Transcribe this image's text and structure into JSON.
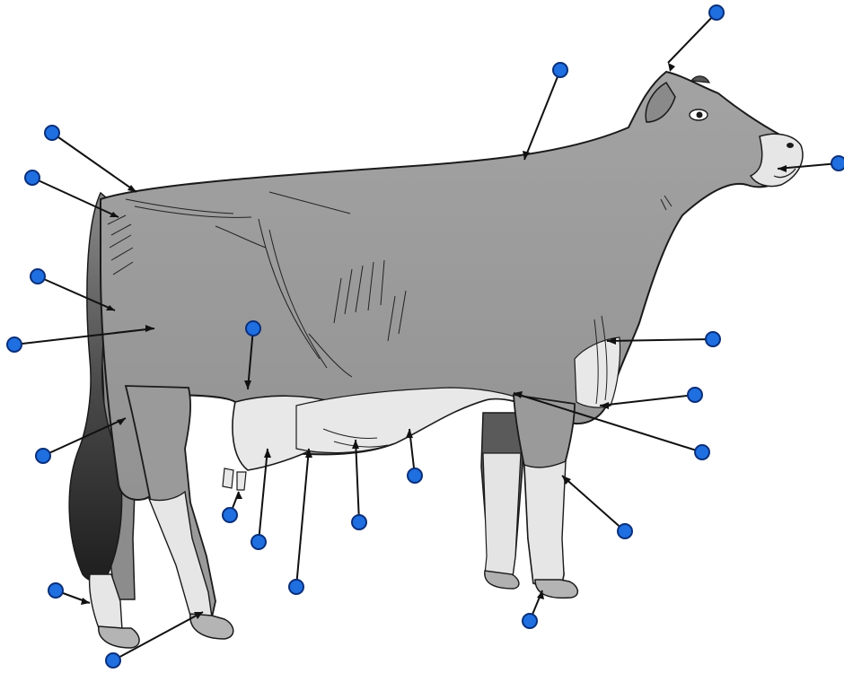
{
  "diagram": {
    "subject": "cow-anatomy-unlabeled",
    "colors": {
      "body": "#9a9a9a",
      "body_light": "#a6a6a6",
      "white_patch": "#e6e6e6",
      "tail_dark": "#3a3a3a",
      "outline": "#1a1a1a",
      "marker": "#1f6fe0",
      "marker_stroke": "#0a2f7a",
      "leader": "#111111"
    },
    "markers": [
      {
        "id": "poll"
      },
      {
        "id": "back"
      },
      {
        "id": "muzzle"
      },
      {
        "id": "loin"
      },
      {
        "id": "hip"
      },
      {
        "id": "pin-bone"
      },
      {
        "id": "thigh"
      },
      {
        "id": "milk-vein-start"
      },
      {
        "id": "brisket"
      },
      {
        "id": "dewlap"
      },
      {
        "id": "belly"
      },
      {
        "id": "switch"
      },
      {
        "id": "teat"
      },
      {
        "id": "udder"
      },
      {
        "id": "milk-well"
      },
      {
        "id": "fore-udder"
      },
      {
        "id": "knee"
      },
      {
        "id": "pastern"
      },
      {
        "id": "hock"
      },
      {
        "id": "hoof"
      },
      {
        "id": "dew-claw"
      }
    ]
  }
}
